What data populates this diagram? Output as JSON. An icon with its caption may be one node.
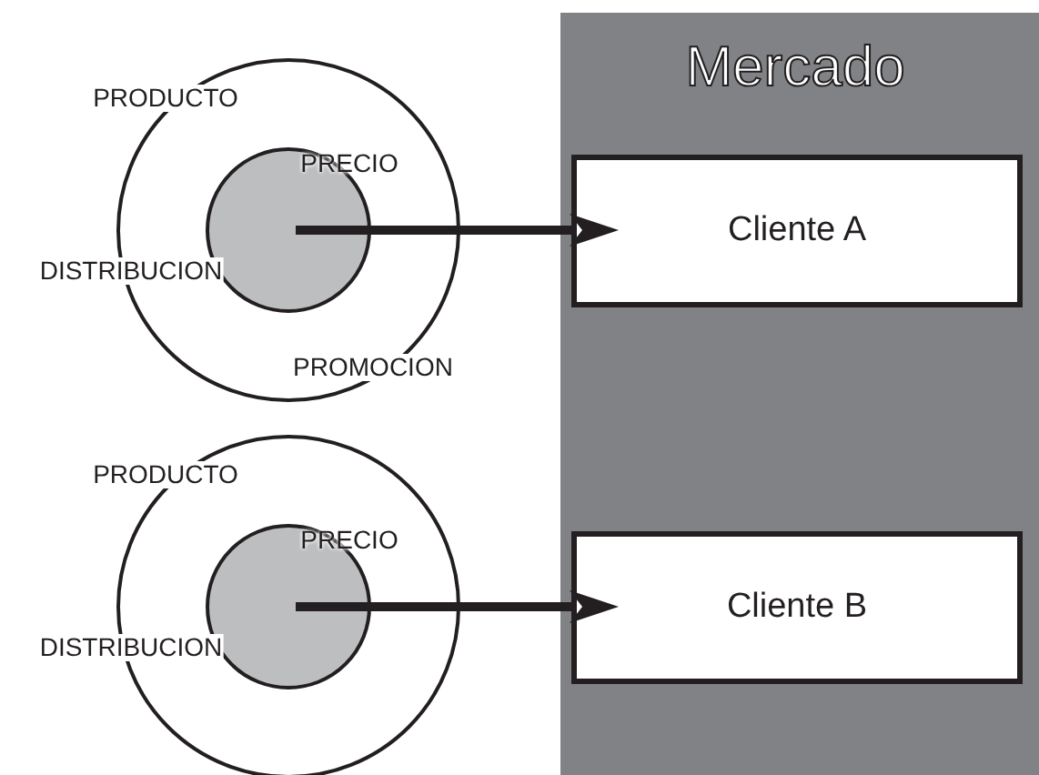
{
  "diagram": {
    "nodes": [
      {
        "text": [
          "PRODUCTO",
          "DISTRIBUCION",
          "PROMOCION"
        ]
      },
      {
        "text": [
          "PRECIO"
        ],
        "in": 0
      },
      {
        "text": [
          "PRODUCTO",
          "DISTRIBUCION"
        ]
      },
      {
        "text": [
          "PRECIO"
        ],
        "in": 2
      },
      {
        "text": [
          "Mercado"
        ]
      },
      {
        "text": [
          "Cliente A"
        ],
        "in": 4
      },
      {
        "text": [
          "Cliente B"
        ],
        "in": 4
      }
    ],
    "edges": [
      {
        "from": 1,
        "to": 5,
        "arrow": "to"
      },
      {
        "from": 3,
        "to": 6,
        "arrow": "to"
      }
    ]
  }
}
